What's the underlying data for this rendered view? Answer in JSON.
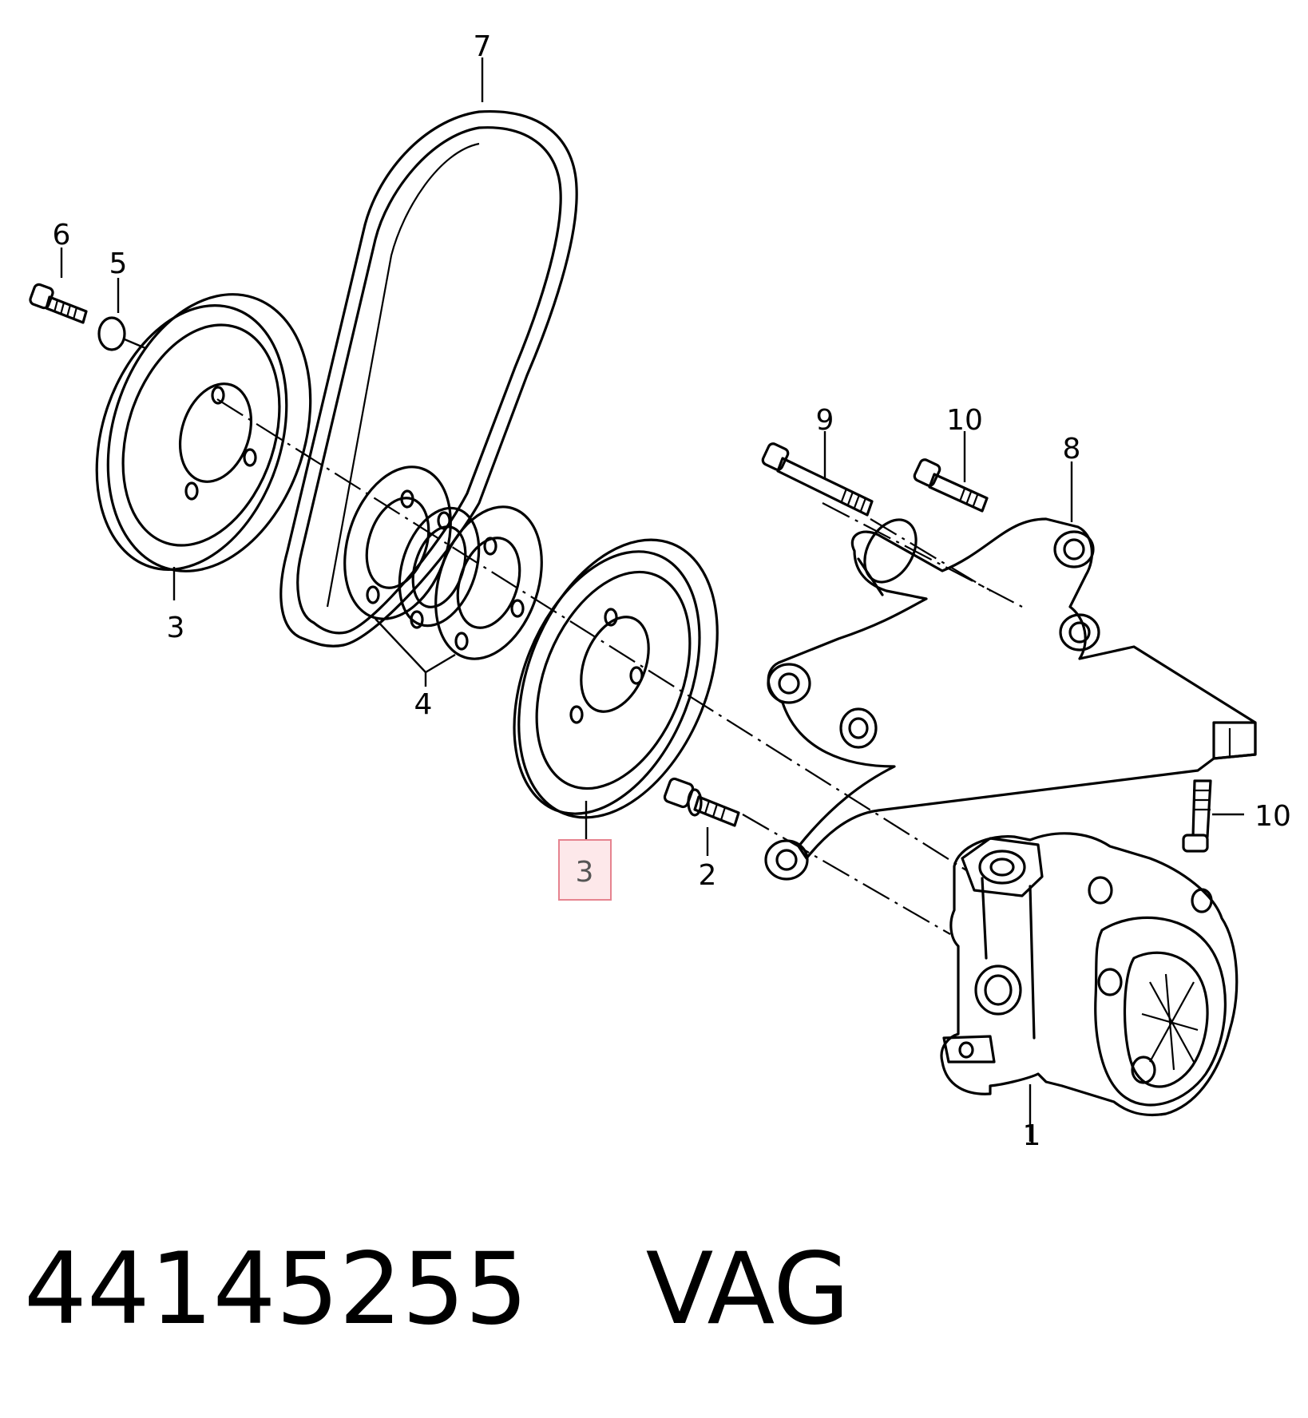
{
  "callouts": {
    "c1": "1",
    "c2": "2",
    "c3_left": "3",
    "c3_highlight": "3",
    "c4": "4",
    "c5": "5",
    "c6": "6",
    "c7": "7",
    "c8": "8",
    "c9": "9",
    "c10_top": "10",
    "c10_right": "10"
  },
  "footer": {
    "part_number": "44145255",
    "brand": "VAG"
  },
  "colors": {
    "line": "#000000",
    "highlight_fill": "#fde8ea",
    "highlight_border": "#e6838f"
  }
}
